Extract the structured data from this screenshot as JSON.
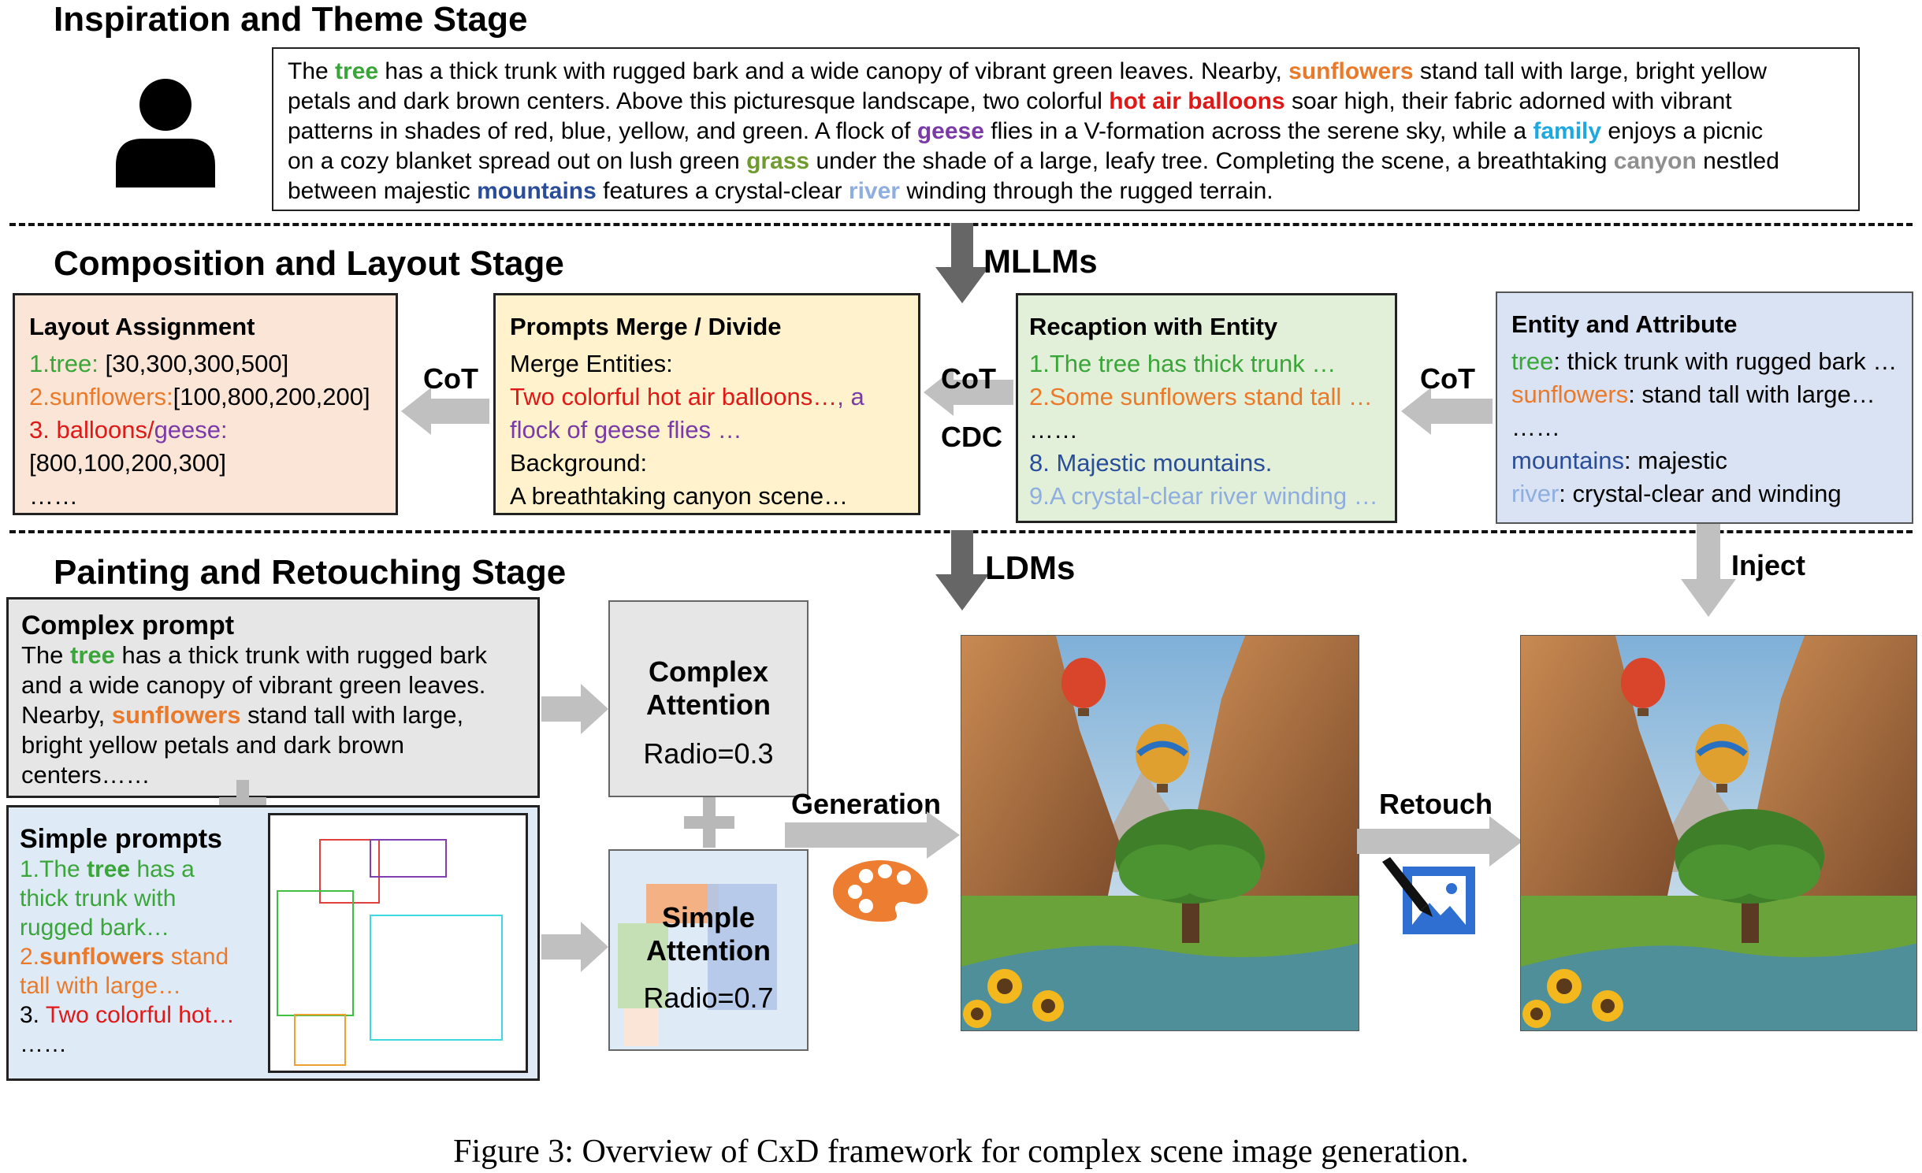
{
  "stages": {
    "inspiration": "Inspiration and Theme Stage",
    "composition": "Composition and Layout Stage",
    "painting": "Painting and Retouching Stage"
  },
  "inspiration_text": [
    [
      {
        "t": "The "
      },
      {
        "t": "tree",
        "c": "green"
      },
      {
        "t": " has a thick trunk with rugged bark and a wide canopy of vibrant green leaves. Nearby, "
      },
      {
        "t": "sunflowers",
        "c": "orange"
      },
      {
        "t": " stand tall with large, bright yellow"
      }
    ],
    [
      {
        "t": "petals and dark brown centers. Above this picturesque landscape, two colorful "
      },
      {
        "t": "hot air balloons",
        "c": "red"
      },
      {
        "t": " soar high, their fabric adorned with vibrant"
      }
    ],
    [
      {
        "t": "patterns in shades of red, blue, yellow, and green. A flock of "
      },
      {
        "t": "geese",
        "c": "purple"
      },
      {
        "t": " flies in a V-formation across the serene sky, while a "
      },
      {
        "t": "family",
        "c": "cyan"
      },
      {
        "t": " enjoys a picnic"
      }
    ],
    [
      {
        "t": "on a cozy blanket spread out on lush green "
      },
      {
        "t": "grass",
        "c": "olive"
      },
      {
        "t": " under the shade of a large, leafy tree. Completing the scene, a breathtaking "
      },
      {
        "t": "canyon",
        "c": "gray"
      },
      {
        "t": " nestled"
      }
    ],
    [
      {
        "t": "between majestic "
      },
      {
        "t": "mountains",
        "c": "navy"
      },
      {
        "t": " features a crystal-clear "
      },
      {
        "t": "river",
        "c": "lblue"
      },
      {
        "t": " winding through the rugged terrain."
      }
    ]
  ],
  "arrow_labels": {
    "mllms": "MLLMs",
    "ldms": "LDMs",
    "cot_1": "CoT",
    "cot_2": "CoT",
    "cot_3": "CoT",
    "cdc": "CDC",
    "inject": "Inject",
    "generation": "Generation",
    "retouch": "Retouch"
  },
  "layout_assignment": {
    "title": "Layout Assignment",
    "lines": [
      [
        {
          "t": "1.tree:",
          "c": "green"
        },
        {
          "t": " [30,300,300,500]"
        }
      ],
      [
        {
          "t": "2.sunflowers:",
          "c": "orange"
        },
        {
          "t": "[100,800,200,200]"
        }
      ],
      [
        {
          "t": "3. balloons/",
          "c": "red"
        },
        {
          "t": "geese:",
          "c": "purple"
        }
      ],
      [
        {
          "t": "[800,100,200,300]"
        }
      ],
      [
        {
          "t": "……"
        }
      ]
    ]
  },
  "prompts_merge": {
    "title": "Prompts Merge / Divide",
    "lines": [
      [
        {
          "t": "Merge Entities:"
        }
      ],
      [
        {
          "t": "Two colorful hot air balloons…",
          "c": "red"
        },
        {
          "t": ", a",
          "c": "purple"
        }
      ],
      [
        {
          "t": "flock of geese flies …",
          "c": "purple"
        }
      ],
      [
        {
          "t": "Background:"
        }
      ],
      [
        {
          "t": "A breathtaking canyon scene…"
        }
      ]
    ]
  },
  "recaption": {
    "title": "Recaption with Entity",
    "lines": [
      [
        {
          "t": "1.The tree has thick trunk …",
          "c": "green"
        }
      ],
      [
        {
          "t": "2.Some sunflowers stand tall …",
          "c": "orange"
        }
      ],
      [
        {
          "t": "……"
        }
      ],
      [
        {
          "t": "8. Majestic mountains.",
          "c": "navy"
        }
      ],
      [
        {
          "t": "9.A crystal-clear river winding …",
          "c": "lblue"
        }
      ]
    ]
  },
  "entity_attribute": {
    "title": "Entity and Attribute",
    "lines": [
      [
        {
          "t": "tree",
          "c": "green"
        },
        {
          "t": ": thick trunk with rugged bark …"
        }
      ],
      [
        {
          "t": "sunflowers",
          "c": "orange"
        },
        {
          "t": ": stand tall with large…"
        }
      ],
      [
        {
          "t": "……"
        }
      ],
      [
        {
          "t": "mountains",
          "c": "navy"
        },
        {
          "t": ": majestic"
        }
      ],
      [
        {
          "t": "river",
          "c": "lblue"
        },
        {
          "t": ": crystal-clear and winding"
        }
      ]
    ]
  },
  "complex_prompt": {
    "title": "Complex prompt",
    "lines": [
      [
        {
          "t": "The "
        },
        {
          "t": "tree",
          "c": "green",
          "b": true
        },
        {
          "t": " has a thick trunk with rugged bark"
        }
      ],
      [
        {
          "t": "and a wide canopy of vibrant green leaves."
        }
      ],
      [
        {
          "t": "Nearby, "
        },
        {
          "t": "sunflowers",
          "c": "orange",
          "b": true
        },
        {
          "t": " stand tall with large,"
        }
      ],
      [
        {
          "t": "bright yellow petals and dark brown"
        }
      ],
      [
        {
          "t": "centers……"
        }
      ]
    ]
  },
  "simple_prompts": {
    "title": "Simple prompts",
    "lines": [
      [
        {
          "t": "1.The ",
          "c": "green"
        },
        {
          "t": "tree",
          "c": "green",
          "b": true
        },
        {
          "t": " has a",
          "c": "green"
        }
      ],
      [
        {
          "t": "thick trunk with",
          "c": "green"
        }
      ],
      [
        {
          "t": "rugged bark…",
          "c": "green"
        }
      ],
      [
        {
          "t": "2.",
          "c": "orange"
        },
        {
          "t": "sunflowers",
          "c": "orange",
          "b": true
        },
        {
          "t": " stand",
          "c": "orange"
        }
      ],
      [
        {
          "t": "tall with large…",
          "c": "orange"
        }
      ],
      [
        {
          "t": "3. "
        },
        {
          "t": "Two colorful hot…",
          "c": "red"
        }
      ],
      [
        {
          "t": "……"
        }
      ]
    ]
  },
  "attention": {
    "complex_title": "Complex Attention",
    "complex_ratio": "Radio=0.3",
    "simple_title": "Simple Attention",
    "simple_ratio": "Radio=0.7"
  },
  "caption": "Figure 3: Overview of CxD framework for complex scene image generation.",
  "colors": {
    "green": "#3aa63a",
    "orange": "#ea7a2a",
    "red": "#e01818",
    "purple": "#7a3aa8",
    "cyan": "#1ea8e0",
    "olive": "#6f9a2e",
    "gray": "#8f8f8f",
    "navy": "#2a4d9a",
    "lblue": "#8faee0",
    "layout_bg": "#fbe5d6",
    "merge_bg": "#fff2cc",
    "recaption_bg": "#e2f0d9",
    "entity_bg": "#dae3f3",
    "complex_bg": "#e7e6e6",
    "simple_bg": "#deebf7",
    "arrow": "#c0c0c0",
    "palette": "#ed7d31",
    "retouch_icon": "#2f6fd1"
  },
  "icons": [
    "user-icon",
    "palette-icon",
    "retouch-pen-icon"
  ]
}
